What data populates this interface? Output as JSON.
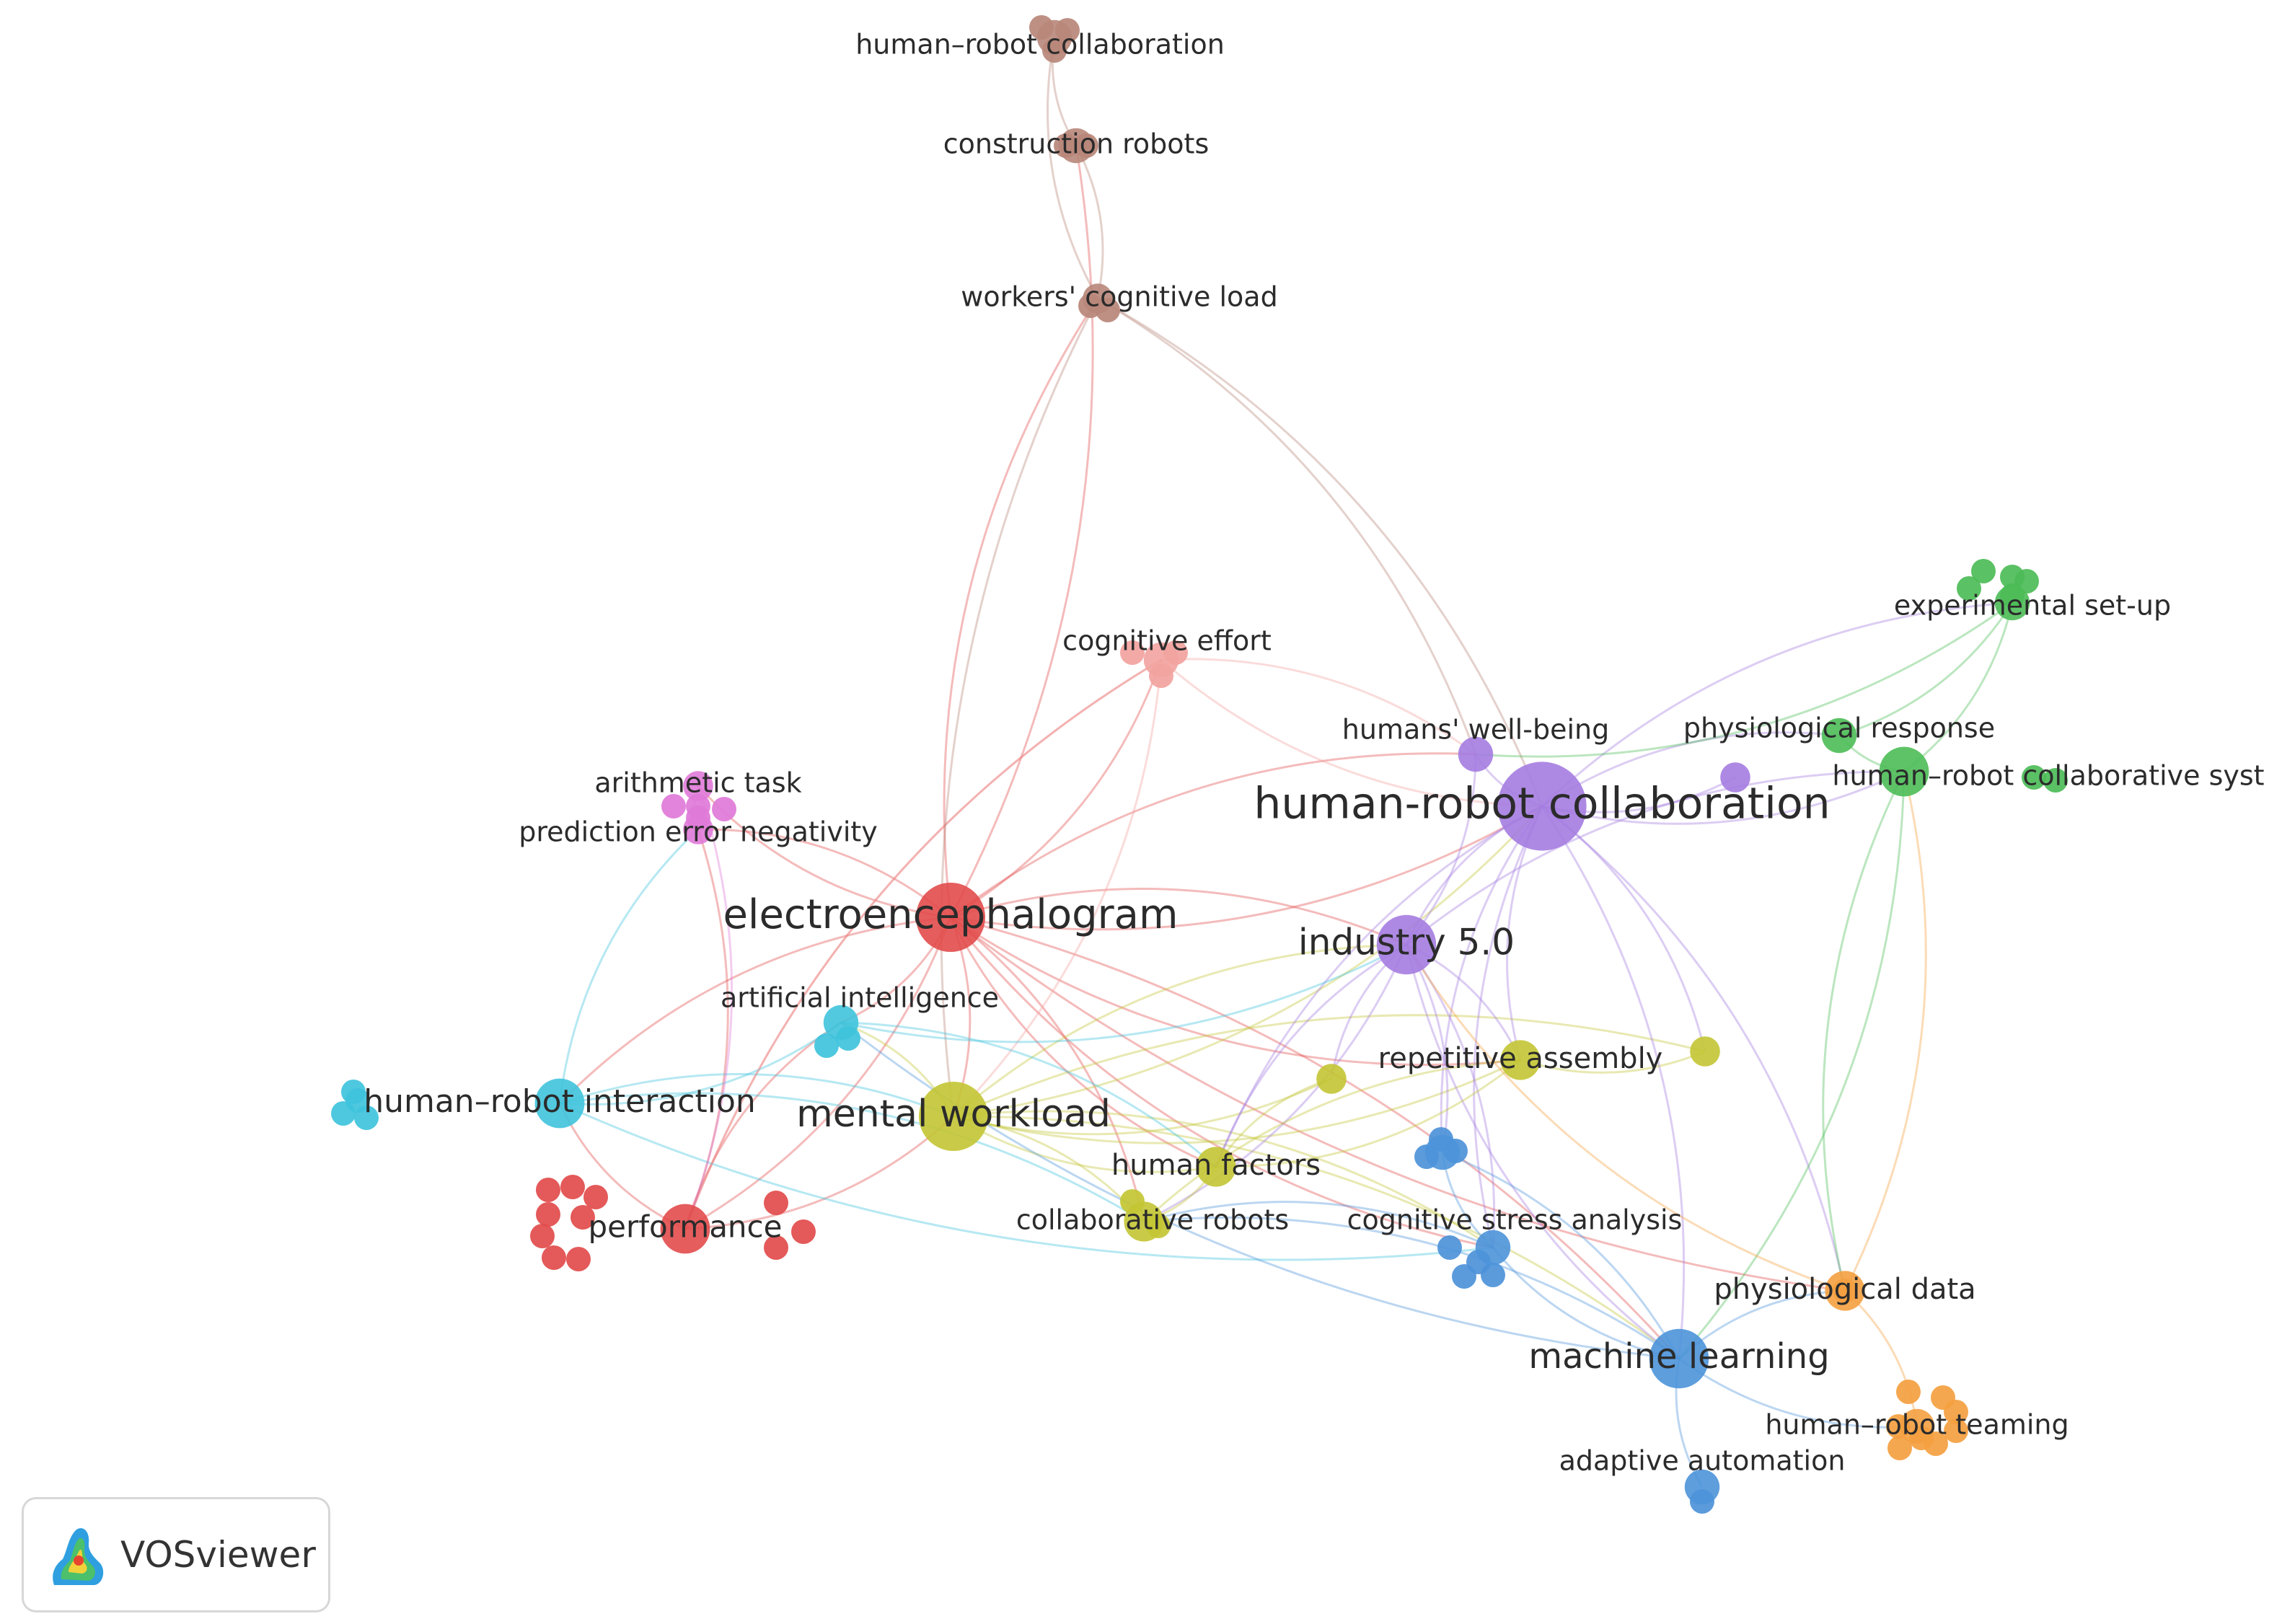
{
  "app": {
    "name": "VOSviewer"
  },
  "colors": {
    "red": "#e24b4b",
    "salmon": "#f2a3a0",
    "brown": "#b8877a",
    "pink": "#e07ad8",
    "cyan": "#3fc3dc",
    "yellow": "#c3c534",
    "purple": "#a47ce0",
    "green": "#4cbc57",
    "blue": "#4d93d9",
    "orange": "#f4a040"
  },
  "nodes": [
    {
      "id": "eeg",
      "label": "electroencephalogram",
      "cluster": "red",
      "weight": 10,
      "major": true
    },
    {
      "id": "perf",
      "label": "performance",
      "cluster": "red",
      "weight": 6
    },
    {
      "id": "ce",
      "label": "cognitive effort",
      "cluster": "salmon",
      "weight": 3
    },
    {
      "id": "hrc_top",
      "label": "human–robot collaboration",
      "cluster": "brown",
      "weight": 3
    },
    {
      "id": "constr",
      "label": "construction robots",
      "cluster": "brown",
      "weight": 3
    },
    {
      "id": "wcl",
      "label": "workers' cognitive load",
      "cluster": "brown",
      "weight": 2
    },
    {
      "id": "arith",
      "label": "arithmetic task",
      "cluster": "pink",
      "weight": 2
    },
    {
      "id": "pen",
      "label": "prediction error negativity",
      "cluster": "pink",
      "weight": 2
    },
    {
      "id": "ai",
      "label": "artificial intelligence",
      "cluster": "cyan",
      "weight": 3
    },
    {
      "id": "hri",
      "label": "human–robot interaction",
      "cluster": "cyan",
      "weight": 6
    },
    {
      "id": "mw",
      "label": "mental workload",
      "cluster": "yellow",
      "weight": 10,
      "major": true
    },
    {
      "id": "hf",
      "label": "human factors",
      "cluster": "yellow",
      "weight": 4
    },
    {
      "id": "cobots",
      "label": "collaborative robots",
      "cluster": "yellow",
      "weight": 4
    },
    {
      "id": "rep",
      "label": "repetitive assembly",
      "cluster": "yellow",
      "weight": 4
    },
    {
      "id": "y1",
      "label": "",
      "cluster": "yellow",
      "weight": 2
    },
    {
      "id": "y2",
      "label": "",
      "cluster": "yellow",
      "weight": 2
    },
    {
      "id": "hrc",
      "label": "human-robot collaboration",
      "cluster": "purple",
      "weight": 14,
      "major": true
    },
    {
      "id": "i50",
      "label": "industry 5.0",
      "cluster": "purple",
      "weight": 8,
      "major": true
    },
    {
      "id": "hwb",
      "label": "humans' well-being",
      "cluster": "purple",
      "weight": 3
    },
    {
      "id": "p1",
      "label": "",
      "cluster": "purple",
      "weight": 2
    },
    {
      "id": "exp",
      "label": "experimental set-up",
      "cluster": "green",
      "weight": 3
    },
    {
      "id": "phr",
      "label": "physiological response",
      "cluster": "green",
      "weight": 3
    },
    {
      "id": "hrcs",
      "label": "human–robot collaborative syst",
      "cluster": "green",
      "weight": 6
    },
    {
      "id": "csa",
      "label": "cognitive stress analysis",
      "cluster": "blue",
      "weight": 3
    },
    {
      "id": "ml",
      "label": "machine learning",
      "cluster": "blue",
      "weight": 8,
      "major": true
    },
    {
      "id": "aa",
      "label": "adaptive automation",
      "cluster": "blue",
      "weight": 3
    },
    {
      "id": "b1",
      "label": "",
      "cluster": "blue",
      "weight": 3
    },
    {
      "id": "pd",
      "label": "physiological data",
      "cluster": "orange",
      "weight": 4
    },
    {
      "id": "hrt",
      "label": "human–robot teaming",
      "cluster": "orange",
      "weight": 3
    }
  ],
  "links": [
    [
      "eeg",
      "perf"
    ],
    [
      "eeg",
      "ce"
    ],
    [
      "eeg",
      "wcl"
    ],
    [
      "eeg",
      "constr"
    ],
    [
      "eeg",
      "arith"
    ],
    [
      "eeg",
      "pen"
    ],
    [
      "eeg",
      "ai"
    ],
    [
      "eeg",
      "hri"
    ],
    [
      "eeg",
      "mw"
    ],
    [
      "eeg",
      "hrc"
    ],
    [
      "eeg",
      "i50"
    ],
    [
      "eeg",
      "hf"
    ],
    [
      "eeg",
      "cobots"
    ],
    [
      "eeg",
      "rep"
    ],
    [
      "eeg",
      "ml"
    ],
    [
      "eeg",
      "csa"
    ],
    [
      "eeg",
      "hwb"
    ],
    [
      "eeg",
      "pd"
    ],
    [
      "perf",
      "hri"
    ],
    [
      "perf",
      "mw"
    ],
    [
      "perf",
      "ai"
    ],
    [
      "perf",
      "pen"
    ],
    [
      "perf",
      "ce"
    ],
    [
      "hri",
      "ai"
    ],
    [
      "hri",
      "mw"
    ],
    [
      "hri",
      "csa"
    ],
    [
      "hri",
      "pen"
    ],
    [
      "ce",
      "hrc"
    ],
    [
      "ce",
      "mw"
    ],
    [
      "ce",
      "perf"
    ],
    [
      "ce",
      "hwb"
    ],
    [
      "hrc_top",
      "constr"
    ],
    [
      "constr",
      "wcl"
    ],
    [
      "hrc_top",
      "wcl"
    ],
    [
      "wcl",
      "hrc"
    ],
    [
      "wcl",
      "mw"
    ],
    [
      "wcl",
      "hwb"
    ],
    [
      "arith",
      "pen"
    ],
    [
      "arith",
      "perf"
    ],
    [
      "mw",
      "hrc"
    ],
    [
      "mw",
      "i50"
    ],
    [
      "mw",
      "hf"
    ],
    [
      "mw",
      "cobots"
    ],
    [
      "mw",
      "rep"
    ],
    [
      "mw",
      "ml"
    ],
    [
      "mw",
      "ai"
    ],
    [
      "mw",
      "csa"
    ],
    [
      "mw",
      "y1"
    ],
    [
      "mw",
      "y2"
    ],
    [
      "hrc",
      "i50"
    ],
    [
      "hrc",
      "hwb"
    ],
    [
      "hrc",
      "p1"
    ],
    [
      "hrc",
      "phr"
    ],
    [
      "hrc",
      "hrcs"
    ],
    [
      "hrc",
      "exp"
    ],
    [
      "hrc",
      "rep"
    ],
    [
      "hrc",
      "ml"
    ],
    [
      "hrc",
      "csa"
    ],
    [
      "hrc",
      "pd"
    ],
    [
      "hrc",
      "b1"
    ],
    [
      "hrc",
      "y2"
    ],
    [
      "hrc",
      "hf"
    ],
    [
      "i50",
      "rep"
    ],
    [
      "i50",
      "hf"
    ],
    [
      "i50",
      "cobots"
    ],
    [
      "i50",
      "ml"
    ],
    [
      "i50",
      "csa"
    ],
    [
      "i50",
      "hwb"
    ],
    [
      "i50",
      "hrcs"
    ],
    [
      "i50",
      "y1"
    ],
    [
      "i50",
      "b1"
    ],
    [
      "hrcs",
      "exp"
    ],
    [
      "hrcs",
      "phr"
    ],
    [
      "hrcs",
      "pd"
    ],
    [
      "hrcs",
      "ml"
    ],
    [
      "phr",
      "exp"
    ],
    [
      "exp",
      "hwb"
    ],
    [
      "ml",
      "aa"
    ],
    [
      "ml",
      "pd"
    ],
    [
      "ml",
      "hrt"
    ],
    [
      "ml",
      "csa"
    ],
    [
      "ml",
      "b1"
    ],
    [
      "ml",
      "ai"
    ],
    [
      "ml",
      "cobots"
    ],
    [
      "pd",
      "hrt"
    ],
    [
      "pd",
      "hrcs"
    ],
    [
      "pd",
      "i50"
    ],
    [
      "rep",
      "y2"
    ],
    [
      "rep",
      "hf"
    ],
    [
      "rep",
      "cobots"
    ],
    [
      "hf",
      "cobots"
    ],
    [
      "y1",
      "hf"
    ],
    [
      "csa",
      "b1"
    ],
    [
      "csa",
      "cobots"
    ],
    [
      "ai",
      "hf"
    ],
    [
      "ai",
      "i50"
    ],
    [
      "hri",
      "cobots"
    ]
  ]
}
